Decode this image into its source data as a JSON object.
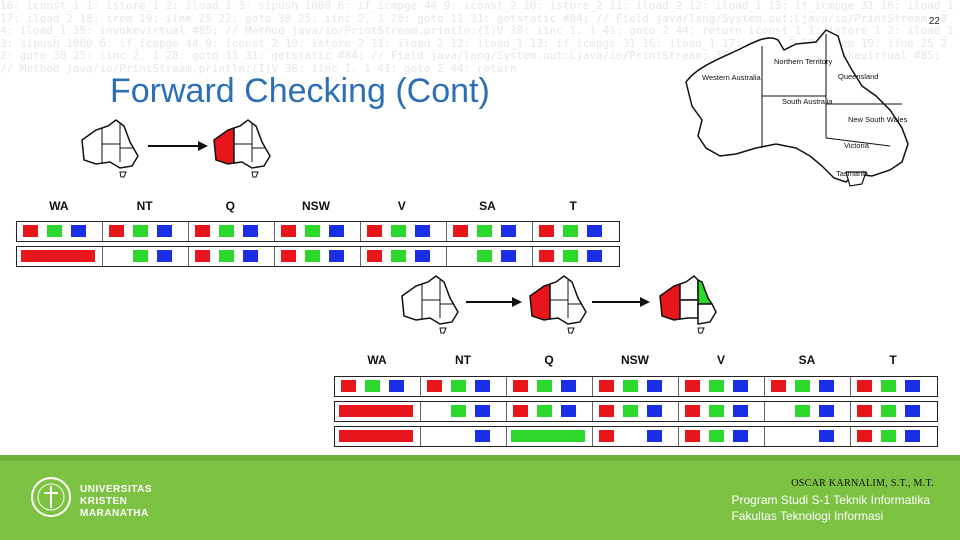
{
  "slide_number": "22",
  "title": "Forward Checking (Cont)",
  "background_code": "16: iconst_1 1: istore_1 2: iload_1 3: sipush 1000 6: if_icmpge 44 9: iconst_2 10: istore_2 11: iload_2 12: iload_1 13: if_icmpge 31 16: iload_1 17: iload_2 18: irem 19: ifne 25 22: goto 38 25: iinc 2, 1 28: goto 11 31: getstatic #84; // Field java/lang/System.out:Ljava/io/PrintStream; 34: iload_1 35: invokevirtual #85; // Method java/io/PrintStream.println:(I)V 38: iinc 1, 1 41: goto 2 44: return iconst_1 1: istore_1 2: iload_1 3: sipush 1000 6: if_icmpge 44 9: iconst_2 10: istore_2 11: iload_2 12: iload_1 13: if_icmpge 31 16: iload_1 17: iload_2 18: irem 19: ifne 25 22: goto 38 25: iinc 2, 1 28: goto 11 31: getstatic #84; // Field java/lang/System.out:Ljava/io/PrintStream; 34: iload_1 35: invokevirtual #85; // Method java/io/PrintStream.println:(I)V 38: iinc 1, 1 41: goto 2 44: return ",
  "map": {
    "regions": {
      "wa": "Western Australia",
      "nt": "Northern Territory",
      "q": "Queensland",
      "sa": "South Australia",
      "nsw": "New South Wales",
      "v": "Victoria",
      "t": "Tasmania"
    }
  },
  "colors": {
    "red": "#e8161b",
    "green": "#2bd82b",
    "blue": "#1a2ee6",
    "footer": "#7dc242",
    "title": "#2c6fb7"
  },
  "table1": {
    "headers": [
      "WA",
      "NT",
      "Q",
      "NSW",
      "V",
      "SA",
      "T"
    ],
    "rows": [
      [
        [
          "R",
          "G",
          "B"
        ],
        [
          "R",
          "G",
          "B"
        ],
        [
          "R",
          "G",
          "B"
        ],
        [
          "R",
          "G",
          "B"
        ],
        [
          "R",
          "G",
          "B"
        ],
        [
          "R",
          "G",
          "B"
        ],
        [
          "R",
          "G",
          "B"
        ]
      ],
      [
        [
          "R"
        ],
        [
          "G",
          "B"
        ],
        [
          "R",
          "G",
          "B"
        ],
        [
          "R",
          "G",
          "B"
        ],
        [
          "R",
          "G",
          "B"
        ],
        [
          "G",
          "B"
        ],
        [
          "R",
          "G",
          "B"
        ]
      ]
    ]
  },
  "table2": {
    "headers": [
      "WA",
      "NT",
      "Q",
      "NSW",
      "V",
      "SA",
      "T"
    ],
    "rows": [
      [
        [
          "R",
          "G",
          "B"
        ],
        [
          "R",
          "G",
          "B"
        ],
        [
          "R",
          "G",
          "B"
        ],
        [
          "R",
          "G",
          "B"
        ],
        [
          "R",
          "G",
          "B"
        ],
        [
          "R",
          "G",
          "B"
        ],
        [
          "R",
          "G",
          "B"
        ]
      ],
      [
        [
          "R"
        ],
        [
          "G",
          "B"
        ],
        [
          "R",
          "G",
          "B"
        ],
        [
          "R",
          "G",
          "B"
        ],
        [
          "R",
          "G",
          "B"
        ],
        [
          "G",
          "B"
        ],
        [
          "R",
          "G",
          "B"
        ]
      ],
      [
        [
          "R"
        ],
        [
          "B"
        ],
        [
          "G"
        ],
        [
          "R",
          "B"
        ],
        [
          "R",
          "G",
          "B"
        ],
        [
          "B"
        ],
        [
          "R",
          "G",
          "B"
        ]
      ]
    ]
  },
  "footer": {
    "university": [
      "UNIVERSITAS",
      "KRISTEN",
      "MARANATHA"
    ],
    "author": "OSCAR KARNALIM, S.T., M.T.",
    "program": "Program Studi S-1 Teknik Informatika",
    "faculty": "Fakultas Teknologi Informasi"
  }
}
